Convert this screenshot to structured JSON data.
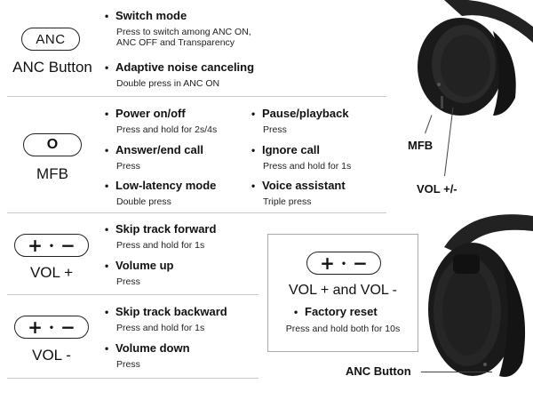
{
  "anc": {
    "pill_label": "ANC",
    "label": "ANC Button",
    "items": [
      {
        "title": "Switch mode",
        "desc": [
          "Press to switch among ANC ON,",
          "ANC OFF and Transparency"
        ]
      },
      {
        "title": "Adaptive noise canceling",
        "desc": [
          "Double press in ANC ON"
        ]
      }
    ]
  },
  "mfb": {
    "pill_label": "O",
    "label": "MFB",
    "items_left": [
      {
        "title": "Power on/off",
        "desc": "Press and hold for 2s/4s"
      },
      {
        "title": "Answer/end call",
        "desc": "Press"
      },
      {
        "title": "Low-latency mode",
        "desc": "Double press"
      }
    ],
    "items_right": [
      {
        "title": "Pause/playback",
        "desc": "Press"
      },
      {
        "title": "Ignore call",
        "desc": "Press and hold for 1s"
      },
      {
        "title": "Voice assistant",
        "desc": "Triple press"
      }
    ]
  },
  "vol_symbols": {
    "plus": "+",
    "dot": "•",
    "minus": "−"
  },
  "vol_plus": {
    "label": "VOL +",
    "items": [
      {
        "title": "Skip track forward",
        "desc": "Press and hold for 1s"
      },
      {
        "title": "Volume up",
        "desc": "Press"
      }
    ]
  },
  "vol_minus": {
    "label": "VOL -",
    "items": [
      {
        "title": "Skip track backward",
        "desc": "Press and hold for 1s"
      },
      {
        "title": "Volume down",
        "desc": "Press"
      }
    ]
  },
  "factory": {
    "label": "VOL + and VOL -",
    "title": "Factory reset",
    "desc": "Press and hold both for 10s"
  },
  "photo_labels": {
    "mfb": "MFB",
    "vol": "VOL +/-",
    "anc": "ANC Button"
  },
  "colors": {
    "headphone": "#1a1a1a",
    "divider": "#c8c8c8",
    "box_border": "#aaaaaa"
  }
}
